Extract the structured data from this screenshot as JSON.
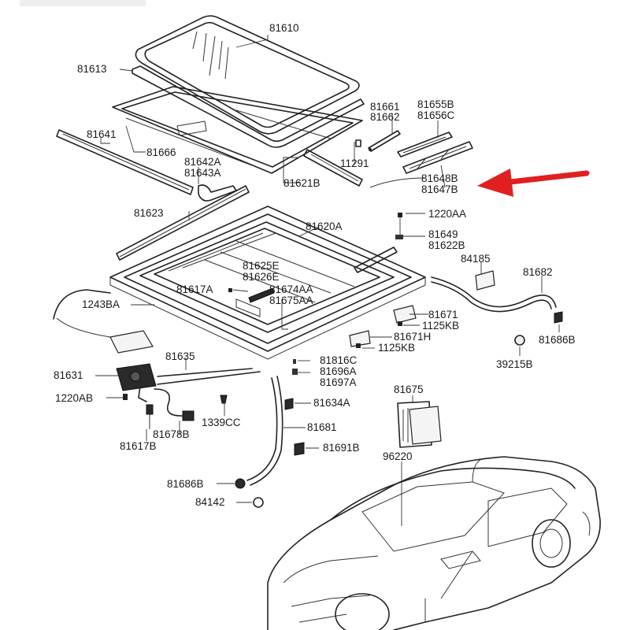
{
  "labels": {
    "p81610": "81610",
    "p81613": "81613",
    "p81641": "81641",
    "p81666": "81666",
    "p81642A": "81642A",
    "p81643A": "81643A",
    "p81621B": "81621B",
    "p11291": "11291",
    "p81661": "81661",
    "p81662": "81662",
    "p81655B": "81655B",
    "p81656C": "81656C",
    "p81648B": "81648B",
    "p81647B": "81647B",
    "p81623": "81623",
    "p81620A": "81620A",
    "p1220AA": "1220AA",
    "p81649": "81649",
    "p81622B": "81622B",
    "p84185": "84185",
    "p81682": "81682",
    "p81625E": "81625E",
    "p81626E": "81626E",
    "p81617A": "81617A",
    "p81674AA": "81674AA",
    "p81675AA": "81675AA",
    "p1243BA": "1243BA",
    "p81671": "81671",
    "p1125KB_a": "1125KB",
    "p81671H": "81671H",
    "p1125KB_b": "1125KB",
    "p81686B_r": "81686B",
    "p39215B": "39215B",
    "p81635": "81635",
    "p81816C": "81816C",
    "p81696A": "81696A",
    "p81697A": "81697A",
    "p81631": "81631",
    "p1220AB": "1220AB",
    "p81634A": "81634A",
    "p81675": "81675",
    "p1339CC": "1339CC",
    "p81678B": "81678B",
    "p81617B": "81617B",
    "p81681": "81681",
    "p81691B": "81691B",
    "p96220": "96220",
    "p81686B_l": "81686B",
    "p84142": "84142"
  },
  "colors": {
    "line": "#222222",
    "arrow": "#e02020",
    "background": "#ffffff"
  }
}
